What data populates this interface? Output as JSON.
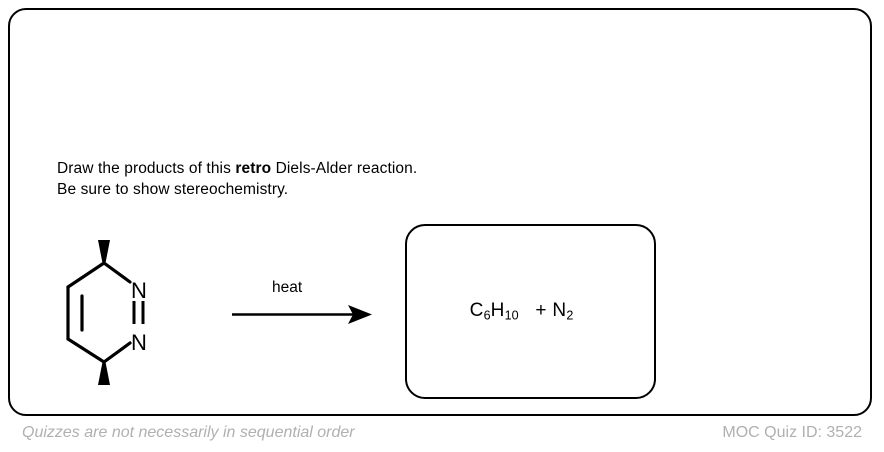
{
  "card": {
    "border_color": "#000000"
  },
  "prompt": {
    "line1_before": "Draw the products of this ",
    "line1_emphasis": "retro",
    "line1_after": " Diels-Alder reaction.",
    "line2": "Be sure to show stereochemistry."
  },
  "reaction": {
    "conditions_label": "heat",
    "reactant": {
      "name": "trans-3,6-dimethyl-3,6-dihydropyridazine",
      "atom_labels": [
        "N",
        "N"
      ],
      "stereo_bonds": [
        "wedge-up-top",
        "wedge-up-bottom"
      ]
    },
    "arrow": {
      "type": "reaction-arrow",
      "direction": "right"
    }
  },
  "answer": {
    "product_1": {
      "element_c": "C",
      "count_c": "6",
      "element_h": "H",
      "count_h": "10"
    },
    "plus": "+",
    "product_2": {
      "element_n": "N",
      "count_n": "2"
    }
  },
  "footer": {
    "note": "Quizzes are not necessarily in sequential order",
    "quiz_id_label": "MOC Quiz ID: 3522",
    "text_color": "#b0b0b0"
  }
}
